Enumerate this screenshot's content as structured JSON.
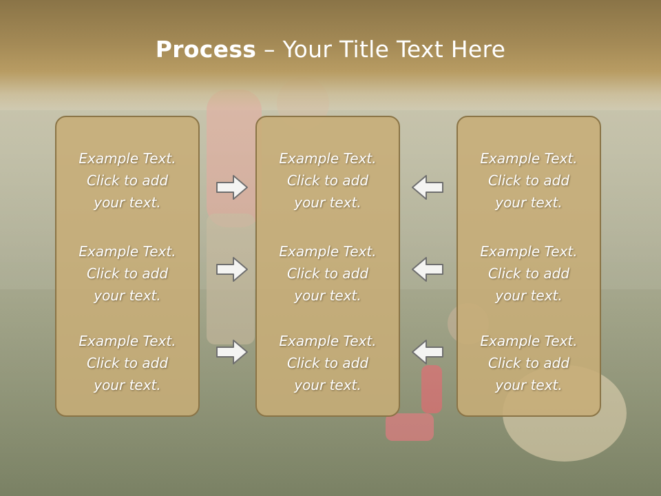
{
  "slide": {
    "title_bold": "Process",
    "title_rest": " – Your Title Text Here",
    "accent_color": "#c7ad78",
    "border_color": "#8a7446"
  },
  "columns": [
    {
      "items": [
        {
          "line1": "Example Text.",
          "line2": "Click  to add",
          "line3": "your text."
        },
        {
          "line1": "Example Text.",
          "line2": "Click  to add",
          "line3": "your text."
        },
        {
          "line1": "Example Text.",
          "line2": "Click  to add",
          "line3": "your text."
        }
      ]
    },
    {
      "items": [
        {
          "line1": "Example Text.",
          "line2": "Click  to add",
          "line3": "your text."
        },
        {
          "line1": "Example Text.",
          "line2": "Click  to add",
          "line3": "your text."
        },
        {
          "line1": "Example Text.",
          "line2": "Click  to add",
          "line3": "your text."
        }
      ]
    },
    {
      "items": [
        {
          "line1": "Example Text.",
          "line2": "Click  to add",
          "line3": "your text."
        },
        {
          "line1": "Example Text.",
          "line2": "Click  to add",
          "line3": "your text."
        },
        {
          "line1": "Example Text.",
          "line2": "Click  to add",
          "line3": "your text."
        }
      ]
    }
  ],
  "arrows": {
    "left_group": [
      "arrow-right-icon",
      "arrow-right-icon",
      "arrow-right-icon"
    ],
    "right_group": [
      "arrow-left-icon",
      "arrow-left-icon",
      "arrow-left-icon"
    ]
  }
}
